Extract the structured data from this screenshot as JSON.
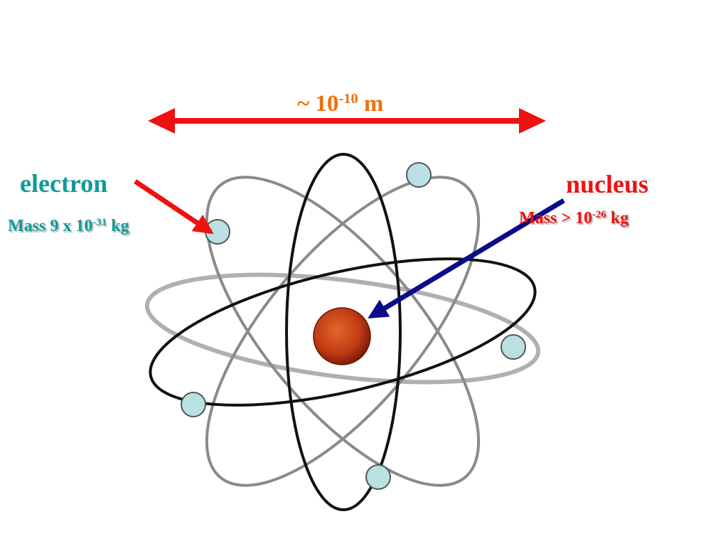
{
  "scale": {
    "label_prefix": "~ 10",
    "label_exponent": "-10",
    "label_unit": " m",
    "color": "#f07008",
    "arrow_color": "#ee1111"
  },
  "electron": {
    "name": "electron",
    "mass_prefix": "Mass 9 x 10",
    "mass_exponent": "-31",
    "mass_unit": " kg",
    "color": "#129a98",
    "arrow_color": "#ee1111",
    "fill": "#b9e0e2"
  },
  "nucleus": {
    "name": "nucleus",
    "mass_prefix": "Mass > 10",
    "mass_exponent": "-26",
    "mass_unit": " kg",
    "color": "#ee1111",
    "arrow_color": "#0b0b8a",
    "fill": "#c8401a"
  }
}
